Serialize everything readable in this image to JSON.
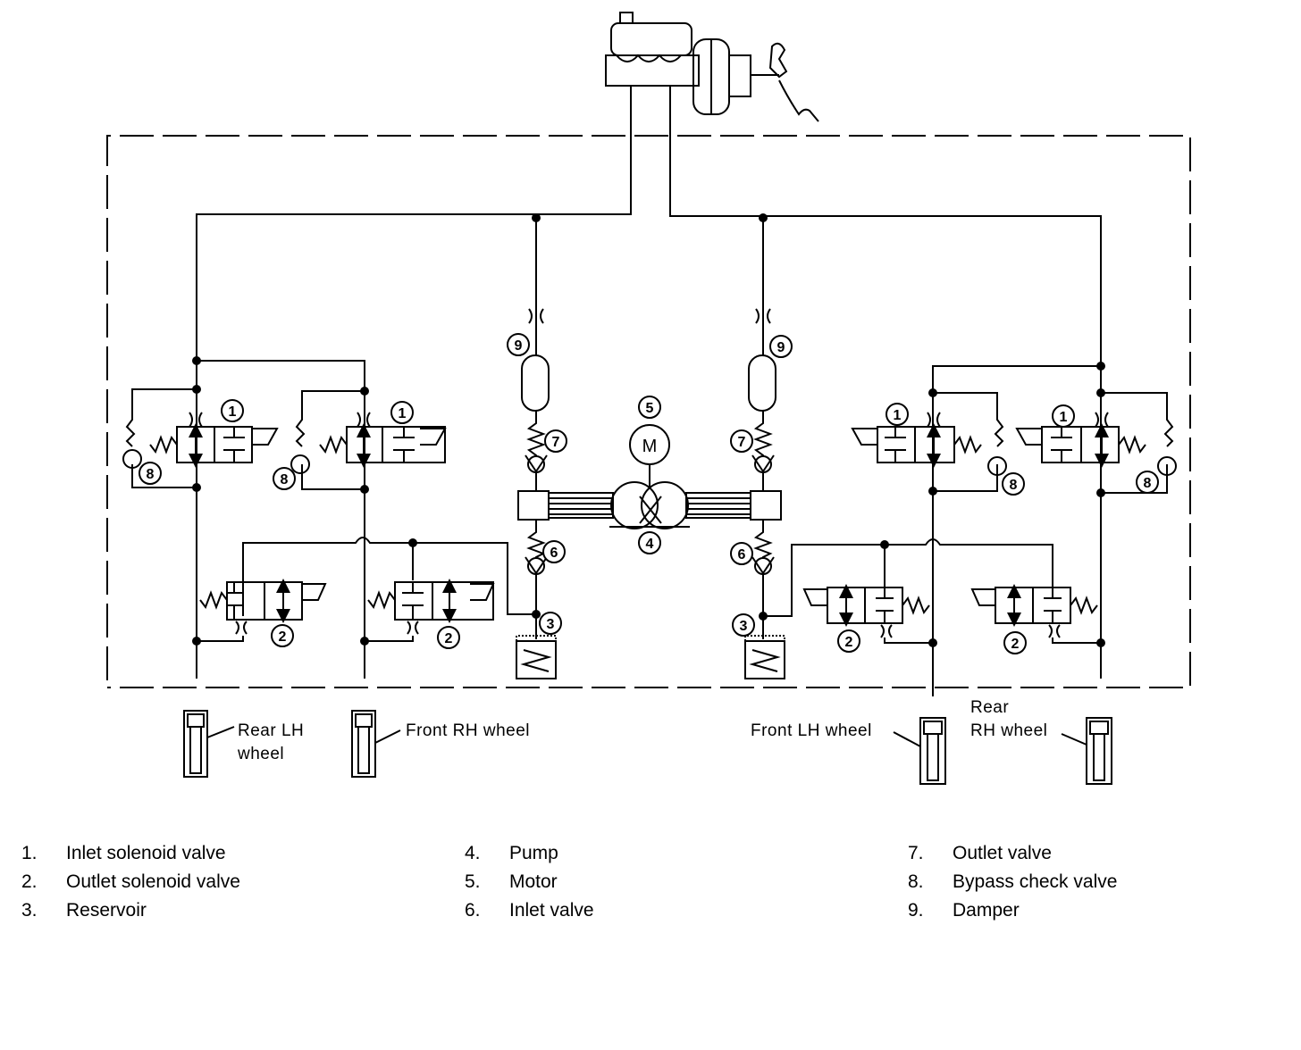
{
  "wheels": {
    "rear_lh": {
      "line1": "Rear LH",
      "line2": "wheel"
    },
    "front_rh": {
      "line1": "Front RH wheel"
    },
    "front_lh": {
      "line1": "Front LH wheel"
    },
    "rear_rh": {
      "line1": "Rear",
      "line2": "RH wheel"
    }
  },
  "callouts": {
    "inlet_solenoid": "1",
    "outlet_solenoid": "2",
    "reservoir": "3",
    "pump": "4",
    "motor": "5",
    "inlet_valve": "6",
    "outlet_valve": "7",
    "bypass_check": "8",
    "damper": "9",
    "motor_symbol": "M"
  },
  "legend": [
    {
      "num": "1.",
      "text": "Inlet solenoid valve"
    },
    {
      "num": "2.",
      "text": "Outlet solenoid valve"
    },
    {
      "num": "3.",
      "text": "Reservoir"
    },
    {
      "num": "4.",
      "text": "Pump"
    },
    {
      "num": "5.",
      "text": "Motor"
    },
    {
      "num": "6.",
      "text": "Inlet valve"
    },
    {
      "num": "7.",
      "text": "Outlet valve"
    },
    {
      "num": "8.",
      "text": "Bypass check valve"
    },
    {
      "num": "9.",
      "text": "Damper"
    }
  ]
}
